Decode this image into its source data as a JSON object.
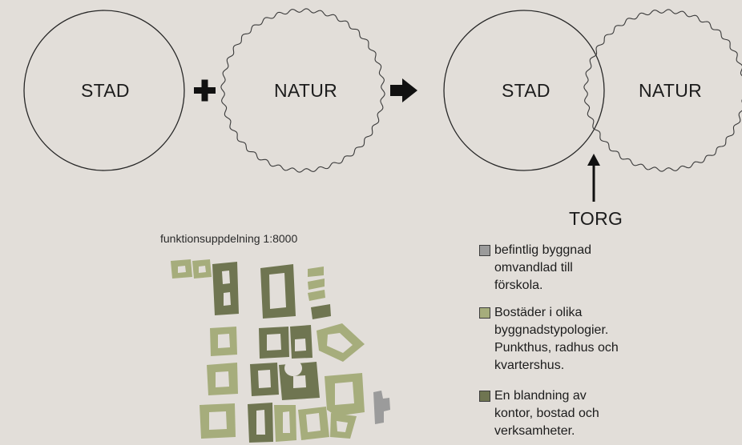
{
  "labels": {
    "stad_left": "STAD",
    "natur_left": "NATUR",
    "stad_right": "STAD",
    "natur_right": "NATUR",
    "torg": "TORG"
  },
  "plan": {
    "title": "funktionsuppdelning 1:8000"
  },
  "legend": [
    {
      "text": "befintlig byggnad\nomvandlad till\nförskola.",
      "color": "#9b9b9b"
    },
    {
      "text": "Bostäder i olika\nbyggnadstypologier.\nPunkthus, radhus och\nkvartershus.",
      "color": "#a6ad7c"
    },
    {
      "text": "En blandning av\nkontor, bostad och\nverksamheter.",
      "color": "#6f7551"
    }
  ],
  "colors": {
    "light_green": "#a6ad7c",
    "dark_green": "#6f7551",
    "grey": "#9b9b9b",
    "background": "#e2ded9"
  },
  "icons": [
    "plus-icon",
    "right-arrow-icon",
    "up-arrow-icon"
  ]
}
